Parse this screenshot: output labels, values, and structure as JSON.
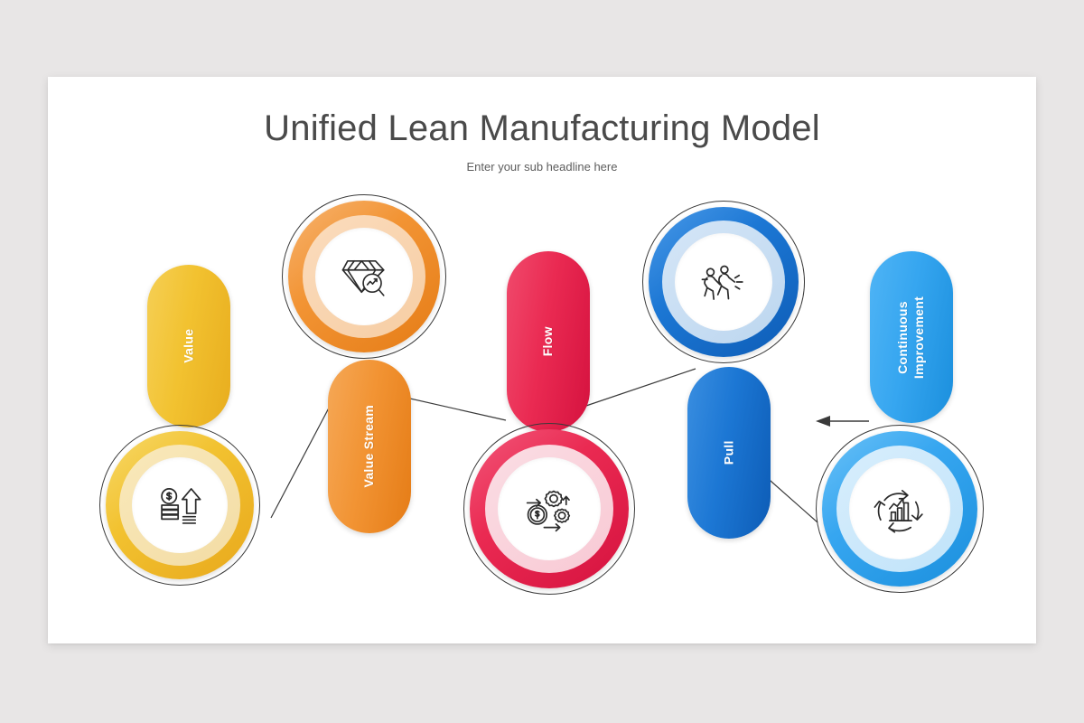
{
  "slide": {
    "title": "Unified Lean Manufacturing Model",
    "subtitle": "Enter your sub headline here",
    "background_color": "#e8e6e6",
    "card_color": "#ffffff"
  },
  "steps": [
    {
      "id": "value",
      "label": "Value",
      "color": "#f2c230",
      "color_dark": "#e8a81c",
      "color_light": "#f7e0a0",
      "icon": "money-growth-icon",
      "pill_position": "up",
      "circle_position": "bottom"
    },
    {
      "id": "value-stream",
      "label": "Value Stream",
      "color": "#f29434",
      "color_dark": "#e87d18",
      "color_light": "#f7c898",
      "icon": "diamond-analysis-icon",
      "pill_position": "down",
      "circle_position": "top"
    },
    {
      "id": "flow",
      "label": "Flow",
      "color": "#ea2a52",
      "color_dark": "#d81346",
      "color_light": "#f7b8c6",
      "icon": "gears-money-flow-icon",
      "pill_position": "up",
      "circle_position": "bottom"
    },
    {
      "id": "pull",
      "label": "Pull",
      "color": "#1c77d4",
      "color_dark": "#0e5fba",
      "color_light": "#a8c8e8",
      "icon": "people-pulling-icon",
      "pill_position": "down",
      "circle_position": "top"
    },
    {
      "id": "continuous-improvement",
      "label": "Continuous\nImprovement",
      "color": "#36a6f0",
      "color_dark": "#1b8fdd",
      "color_light": "#b0dcf8",
      "icon": "cycle-chart-icon",
      "pill_position": "up",
      "circle_position": "bottom"
    }
  ],
  "arrow": {
    "name": "feedback-arrow",
    "direction": "left",
    "color": "#3a3a3a"
  },
  "connector": {
    "color": "#3a3a3a"
  }
}
